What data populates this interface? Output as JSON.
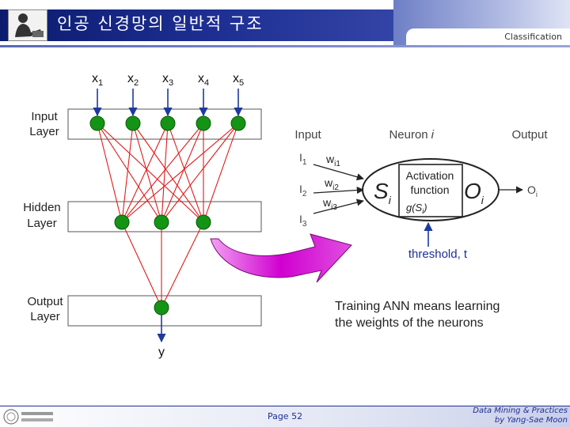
{
  "header": {
    "title": "인공 신경망의 일반적 구조",
    "section": "Classification"
  },
  "network": {
    "inputs": [
      "x",
      "x",
      "x",
      "x",
      "x"
    ],
    "input_subs": [
      "1",
      "2",
      "3",
      "4",
      "5"
    ],
    "output": "y",
    "layers": {
      "input": [
        "Input",
        "Layer"
      ],
      "hidden": [
        "Hidden",
        "Layer"
      ],
      "output": [
        "Output",
        "Layer"
      ]
    }
  },
  "neuron": {
    "input_label": "Input",
    "neuron_label": "Neuron",
    "neuron_index": "i",
    "output_label": "Output",
    "input_base": "I",
    "inputs": [
      "1",
      "2",
      "3"
    ],
    "weight_base": "w",
    "weights": [
      "i1",
      "i2",
      "i3"
    ],
    "sum_base": "S",
    "sum_sub": "i",
    "activation": [
      "Activation",
      "function"
    ],
    "g_prefix": "g(S",
    "g_sub": "i",
    "g_suffix": ")",
    "out_base": "O",
    "out_sub": "i",
    "out_right_base": "O",
    "out_right_sub": "i",
    "threshold": "threshold, t"
  },
  "caption": [
    "Training ANN means learning",
    "the weights of the neurons"
  ],
  "footer": {
    "page": "Page 52",
    "credit": [
      "Data Mining & Practices",
      "by Yang-Sae Moon"
    ]
  },
  "colors": {
    "neuron_fill": "#149414",
    "edge": "#e01b1b",
    "arrow_fill": "#cc00cc",
    "arrow_dark": "#7a0a7a",
    "header": "#1e2f93",
    "text_blue": "#1e2f93"
  }
}
